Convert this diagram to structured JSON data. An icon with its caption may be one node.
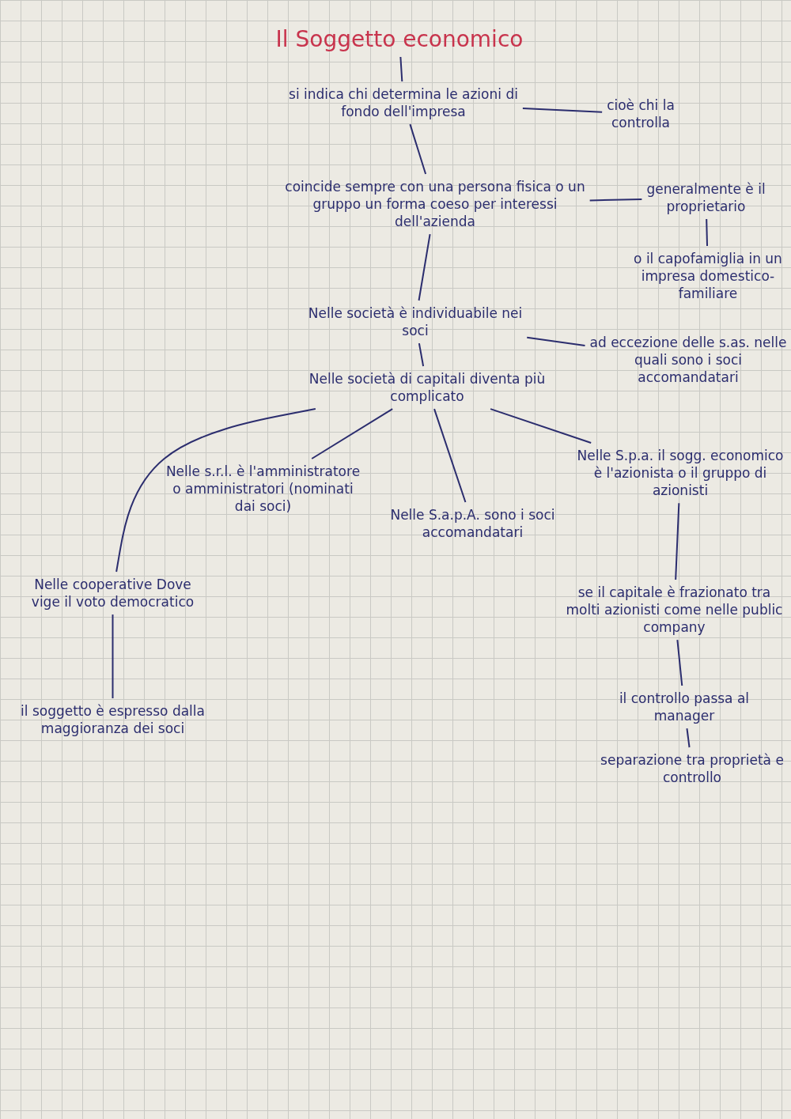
{
  "diagram": {
    "nodes": [
      {
        "text": [
          "Il Soggetto economico"
        ]
      },
      {
        "text": [
          "si indica chi determina le azioni di fondo dell'impresa"
        ]
      },
      {
        "text": [
          "cioè chi la controlla"
        ]
      },
      {
        "text": [
          "coincide sempre con una persona fisica o un gruppo un forma coeso per interessi dell'azienda"
        ]
      },
      {
        "text": [
          "generalmente è il proprietario"
        ]
      },
      {
        "text": [
          "o il capofamiglia in un impresa domestico-familiare"
        ]
      },
      {
        "text": [
          "Nelle società è individuabile nei soci"
        ]
      },
      {
        "text": [
          "ad eccezione delle s.as. nelle quali sono i soci accomandatari"
        ]
      },
      {
        "text": [
          "Nelle società di capitali diventa più complicato"
        ]
      },
      {
        "text": [
          "Nelle s.r.l. è l'amministratore o amministratori (nominati dai soci)"
        ]
      },
      {
        "text": [
          "Nelle S.a.p.A. sono i soci accomandatari"
        ]
      },
      {
        "text": [
          "Nelle S.p.a. il sogg. economico è l'azionista o il gruppo di azionisti"
        ]
      },
      {
        "text": [
          "Nelle cooperative Dove vige il voto democratico"
        ]
      },
      {
        "text": [
          "il soggetto è espresso dalla maggioranza dei soci"
        ]
      },
      {
        "text": [
          "se il capitale è frazionato tra molti azionisti come nelle public company"
        ]
      },
      {
        "text": [
          "il controllo passa al manager"
        ]
      },
      {
        "text": [
          "separazione tra proprietà e controllo"
        ]
      }
    ],
    "edges": [
      {
        "from": 0,
        "to": 1,
        "arrow": "none"
      },
      {
        "from": 1,
        "to": 2,
        "arrow": "none"
      },
      {
        "from": 1,
        "to": 3,
        "arrow": "none"
      },
      {
        "from": 3,
        "to": 4,
        "arrow": "none"
      },
      {
        "from": 4,
        "to": 5,
        "arrow": "none"
      },
      {
        "from": 3,
        "to": 6,
        "arrow": "none"
      },
      {
        "from": 6,
        "to": 7,
        "arrow": "none"
      },
      {
        "from": 6,
        "to": 8,
        "arrow": "none"
      },
      {
        "from": 8,
        "to": 12,
        "arrow": "none"
      },
      {
        "from": 8,
        "to": 9,
        "arrow": "none"
      },
      {
        "from": 8,
        "to": 10,
        "arrow": "none"
      },
      {
        "from": 8,
        "to": 11,
        "arrow": "none"
      },
      {
        "from": 12,
        "to": 13,
        "arrow": "none"
      },
      {
        "from": 11,
        "to": 14,
        "arrow": "none"
      },
      {
        "from": 14,
        "to": 15,
        "arrow": "none"
      },
      {
        "from": 15,
        "to": 16,
        "arrow": "none"
      }
    ]
  }
}
